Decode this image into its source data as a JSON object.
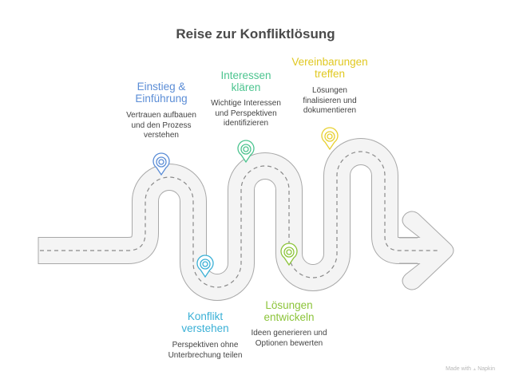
{
  "title": "Reise zur Konfliktlösung",
  "steps": [
    {
      "title_line1": "Einstieg &",
      "title_line2": "Einführung",
      "desc_line1": "Vertrauen aufbauen",
      "desc_line2": "und den Prozess",
      "desc_line3": "verstehen",
      "color": "#5b8dd6",
      "position": "top"
    },
    {
      "title_line1": "Konflikt",
      "title_line2": "verstehen",
      "desc_line1": "Perspektiven ohne",
      "desc_line2": "Unterbrechung teilen",
      "desc_line3": "",
      "color": "#3ab0d6",
      "position": "bottom"
    },
    {
      "title_line1": "Interessen",
      "title_line2": "klären",
      "desc_line1": "Wichtige Interessen",
      "desc_line2": "und Perspektiven",
      "desc_line3": "identifizieren",
      "color": "#4cc48f",
      "position": "top"
    },
    {
      "title_line1": "Lösungen",
      "title_line2": "entwickeln",
      "desc_line1": "Ideen generieren und",
      "desc_line2": "Optionen bewerten",
      "desc_line3": "",
      "color": "#8cc43a",
      "position": "bottom"
    },
    {
      "title_line1": "Vereinbarungen",
      "title_line2": "treffen",
      "desc_line1": "Lösungen",
      "desc_line2": "finalisieren und",
      "desc_line3": "dokumentieren",
      "color": "#e8d030",
      "position": "top"
    }
  ],
  "footer": {
    "made_with": "Made with",
    "brand": "Napkin"
  },
  "colors": {
    "road_fill": "#f4f4f4",
    "road_stroke": "#a8a8a8",
    "dash": "#8a8a8a",
    "title": "#4a4a4a"
  }
}
